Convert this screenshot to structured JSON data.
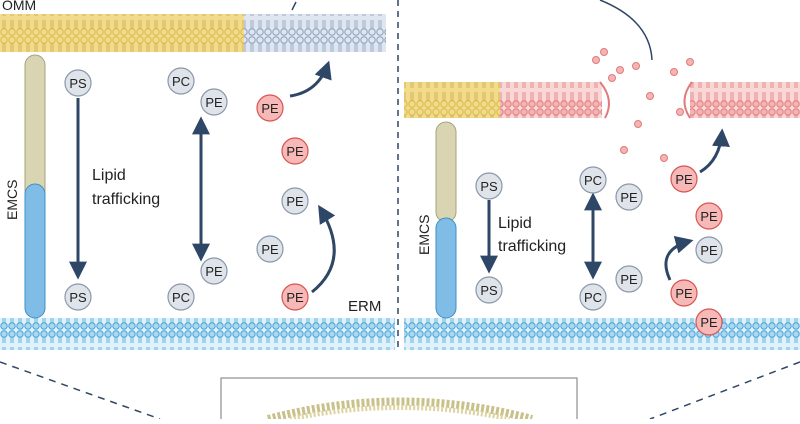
{
  "labels": {
    "omm": "OMM",
    "erm": "ERM",
    "emcs_left": "EMCS",
    "emcs_right": "EMCS",
    "lipid_trafficking_left": [
      "Lipid",
      "trafficking"
    ],
    "lipid_trafficking_right": [
      "Lipid",
      "trafficking"
    ]
  },
  "lipids": {
    "PS": "PS",
    "PC": "PC",
    "PE": "PE"
  },
  "colors": {
    "omm_yellow": "#f2dc8c",
    "omm_gray_blue": "#c9d6e6",
    "omm_pink": "#f3b6b8",
    "erm_blue": "#9dd0ee",
    "emcs_tan": "#d9d4b2",
    "emcs_blue": "#7fbce6",
    "lipid_gray_fill": "#dfe3ea",
    "lipid_pink_fill": "#f7b8b8",
    "lipid_pink_stroke": "#d9534f",
    "arrow": "#2f4766",
    "dash": "#2f4766"
  }
}
